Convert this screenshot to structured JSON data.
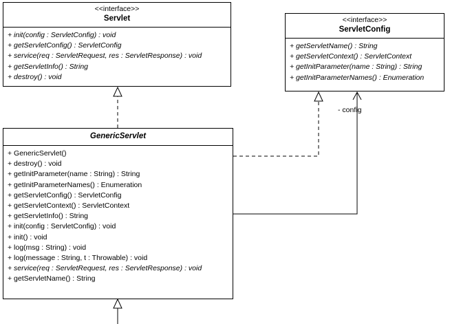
{
  "servlet": {
    "stereotype": "<<interface>>",
    "name": "Servlet",
    "operations": [
      {
        "text": "+ init(config : ServletConfig) : void",
        "italic": true
      },
      {
        "text": "+ getServletConfig() : ServletConfig",
        "italic": true
      },
      {
        "text": "+ service(req : ServletRequest, res : ServletResponse) : void",
        "italic": true
      },
      {
        "text": "+ getServletInfo() : String",
        "italic": true
      },
      {
        "text": "+ destroy() : void",
        "italic": true
      }
    ]
  },
  "servlet_config": {
    "stereotype": "<<interface>>",
    "name": "ServletConfig",
    "operations": [
      {
        "text": "+ getServletName() : String",
        "italic": true
      },
      {
        "text": "+ getServletContext() : ServletContext",
        "italic": true
      },
      {
        "text": "+ getInitParameter(name : String) : String",
        "italic": true
      },
      {
        "text": "+ getInitParameterNames() : Enumeration",
        "italic": true
      }
    ]
  },
  "generic_servlet": {
    "name": "GenericServlet",
    "operations": [
      {
        "text": "+ GenericServlet()",
        "italic": false
      },
      {
        "text": "+ destroy() : void",
        "italic": false
      },
      {
        "text": "+ getInitParameter(name : String) : String",
        "italic": false
      },
      {
        "text": "+ getInitParameterNames() : Enumeration",
        "italic": false
      },
      {
        "text": "+ getServletConfig() : ServletConfig",
        "italic": false
      },
      {
        "text": "+ getServletContext() : ServletContext",
        "italic": false
      },
      {
        "text": "+ getServletInfo() : String",
        "italic": false
      },
      {
        "text": "+ init(config : ServletConfig) : void",
        "italic": false
      },
      {
        "text": "+ init() : void",
        "italic": false
      },
      {
        "text": "+ log(msg : String) : void",
        "italic": false
      },
      {
        "text": "+ log(message : String, t : Throwable) : void",
        "italic": false
      },
      {
        "text": "+ service(req : ServletRequest, res : ServletResponse) : void",
        "italic": true
      },
      {
        "text": "+ getServletName() : String",
        "italic": false
      }
    ]
  },
  "association": {
    "role_label": "- config"
  }
}
